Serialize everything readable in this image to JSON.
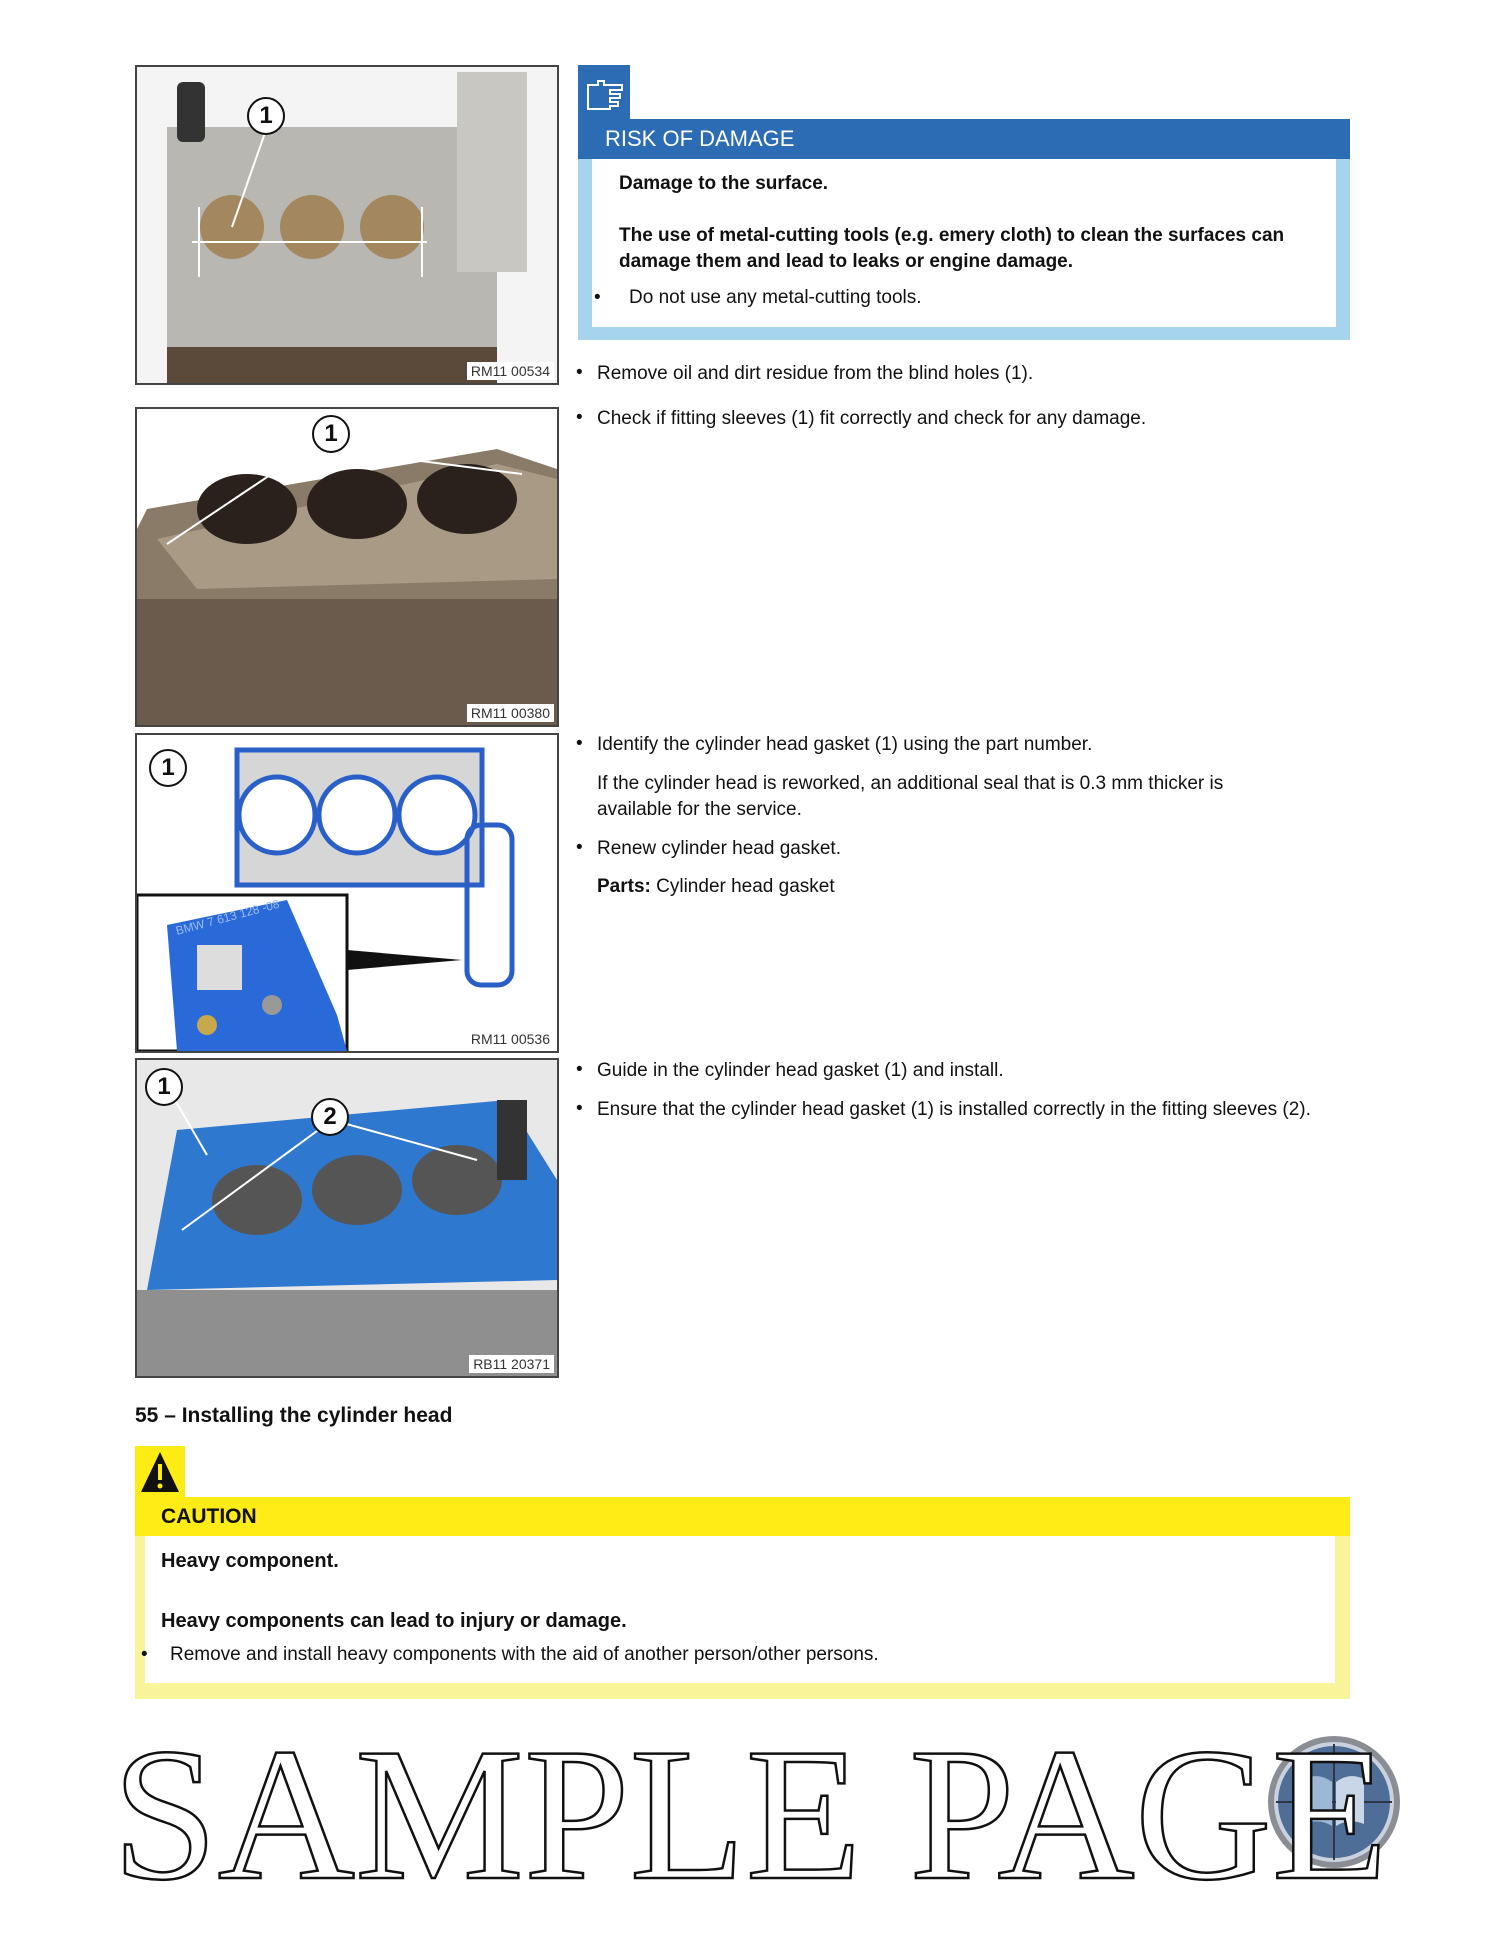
{
  "figures": [
    {
      "code": "RM11 00534",
      "callouts": [
        "1"
      ]
    },
    {
      "code": "RM11 00380",
      "callouts": [
        "1"
      ]
    },
    {
      "code": "RM11 00536",
      "callouts": [
        "1"
      ],
      "inset_text": "BMW 7 613 128 -08"
    },
    {
      "code": "RB11 20371",
      "callouts": [
        "1",
        "2"
      ]
    }
  ],
  "notice": {
    "icon": "pointing-hand-icon",
    "title": "RISK OF DAMAGE",
    "heading": "Damage to the surface.",
    "description": "The use of metal-cutting tools (e.g. emery cloth) to clean the surfaces can damage them and lead to leaks or engine damage.",
    "bullet": "Do not use any metal-cutting tools.",
    "colors": {
      "header": "#2b6cb4",
      "border": "#a6d4ef"
    }
  },
  "steps": {
    "s1": "Remove oil and dirt residue from the blind holes (1).",
    "s2": "Check if fitting sleeves (1) fit correctly and check for any damage.",
    "s3": "Identify the cylinder head gasket (1) using the part number.",
    "s3_note": "If the cylinder head is reworked, an additional seal that is 0.3 mm thicker is available for the service.",
    "s4": "Renew cylinder head gasket.",
    "parts_label": "Parts:",
    "parts_value": "Cylinder head gasket",
    "s5": "Guide in the cylinder head gasket (1) and install.",
    "s6": "Ensure that the cylinder head gasket (1) is installed correctly in the fitting sleeves (2)."
  },
  "section_heading": "55 – Installing the cylinder head",
  "caution": {
    "icon": "warning-triangle-icon",
    "title": "CAUTION",
    "heading": "Heavy component.",
    "description": "Heavy components can lead to injury or damage.",
    "bullet": "Remove and install heavy components with the aid of another person/other persons.",
    "colors": {
      "header": "#ffec17",
      "border": "#f9f39a"
    }
  },
  "watermark": "SAMPLE PAGE"
}
